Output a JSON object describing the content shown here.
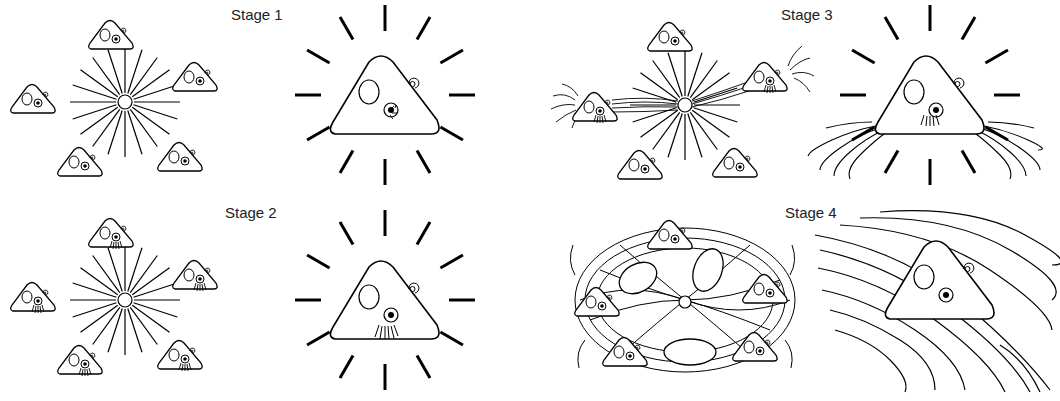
{
  "diagram": {
    "labels": [
      "Stage 1",
      "Stage 2",
      "Stage 3",
      "Stage 4"
    ]
  }
}
